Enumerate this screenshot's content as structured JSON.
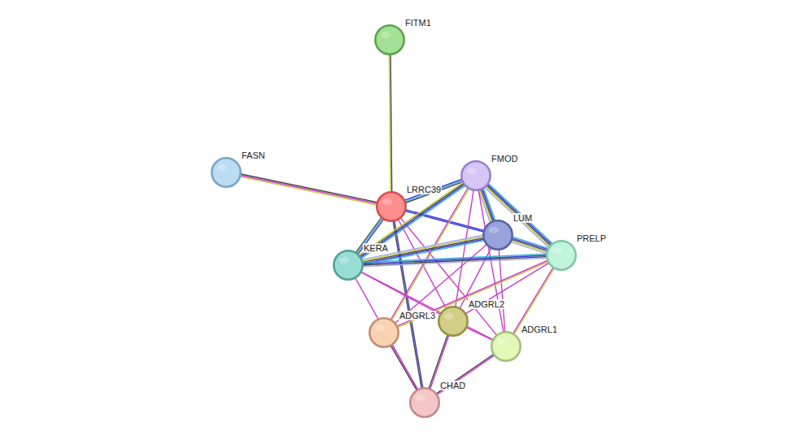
{
  "diagram": {
    "nodes": [
      {
        "text": [
          "FITM1"
        ]
      },
      {
        "text": [
          "FASN"
        ]
      },
      {
        "text": [
          "FMOD"
        ]
      },
      {
        "text": [
          "LRRC39"
        ]
      },
      {
        "text": [
          "LUM"
        ]
      },
      {
        "text": [
          "PRELP"
        ]
      },
      {
        "text": [
          "KERA"
        ]
      },
      {
        "text": [
          "ADGRL2"
        ]
      },
      {
        "text": [
          "ADGRL3"
        ]
      },
      {
        "text": [
          "ADGRL1"
        ]
      },
      {
        "text": [
          "CHAD"
        ]
      }
    ],
    "edges": [
      {
        "from": 3,
        "to": 0,
        "arrow": "none"
      },
      {
        "from": 3,
        "to": 1,
        "arrow": "none"
      },
      {
        "from": 3,
        "to": 2,
        "arrow": "none"
      },
      {
        "from": 3,
        "to": 4,
        "arrow": "none"
      },
      {
        "from": 3,
        "to": 6,
        "arrow": "none"
      },
      {
        "from": 3,
        "to": 10,
        "arrow": "none"
      },
      {
        "from": 3,
        "to": 7,
        "arrow": "none"
      },
      {
        "from": 3,
        "to": 9,
        "arrow": "none"
      },
      {
        "from": 2,
        "to": 4,
        "arrow": "none"
      },
      {
        "from": 2,
        "to": 5,
        "arrow": "none"
      },
      {
        "from": 2,
        "to": 6,
        "arrow": "none"
      },
      {
        "from": 2,
        "to": 8,
        "arrow": "none"
      },
      {
        "from": 2,
        "to": 7,
        "arrow": "none"
      },
      {
        "from": 2,
        "to": 9,
        "arrow": "none"
      },
      {
        "from": 4,
        "to": 5,
        "arrow": "none"
      },
      {
        "from": 4,
        "to": 6,
        "arrow": "none"
      },
      {
        "from": 4,
        "to": 8,
        "arrow": "none"
      },
      {
        "from": 4,
        "to": 7,
        "arrow": "none"
      },
      {
        "from": 4,
        "to": 9,
        "arrow": "none"
      },
      {
        "from": 6,
        "to": 5,
        "arrow": "none"
      },
      {
        "from": 6,
        "to": 7,
        "arrow": "none"
      },
      {
        "from": 6,
        "to": 9,
        "arrow": "none"
      },
      {
        "from": 6,
        "to": 10,
        "arrow": "none"
      },
      {
        "from": 5,
        "to": 8,
        "arrow": "none"
      },
      {
        "from": 5,
        "to": 7,
        "arrow": "none"
      },
      {
        "from": 5,
        "to": 9,
        "arrow": "none"
      },
      {
        "from": 8,
        "to": 10,
        "arrow": "none"
      },
      {
        "from": 7,
        "to": 10,
        "arrow": "none"
      },
      {
        "from": 9,
        "to": 10,
        "arrow": "none"
      },
      {
        "from": 7,
        "to": 9,
        "arrow": "none"
      }
    ]
  }
}
